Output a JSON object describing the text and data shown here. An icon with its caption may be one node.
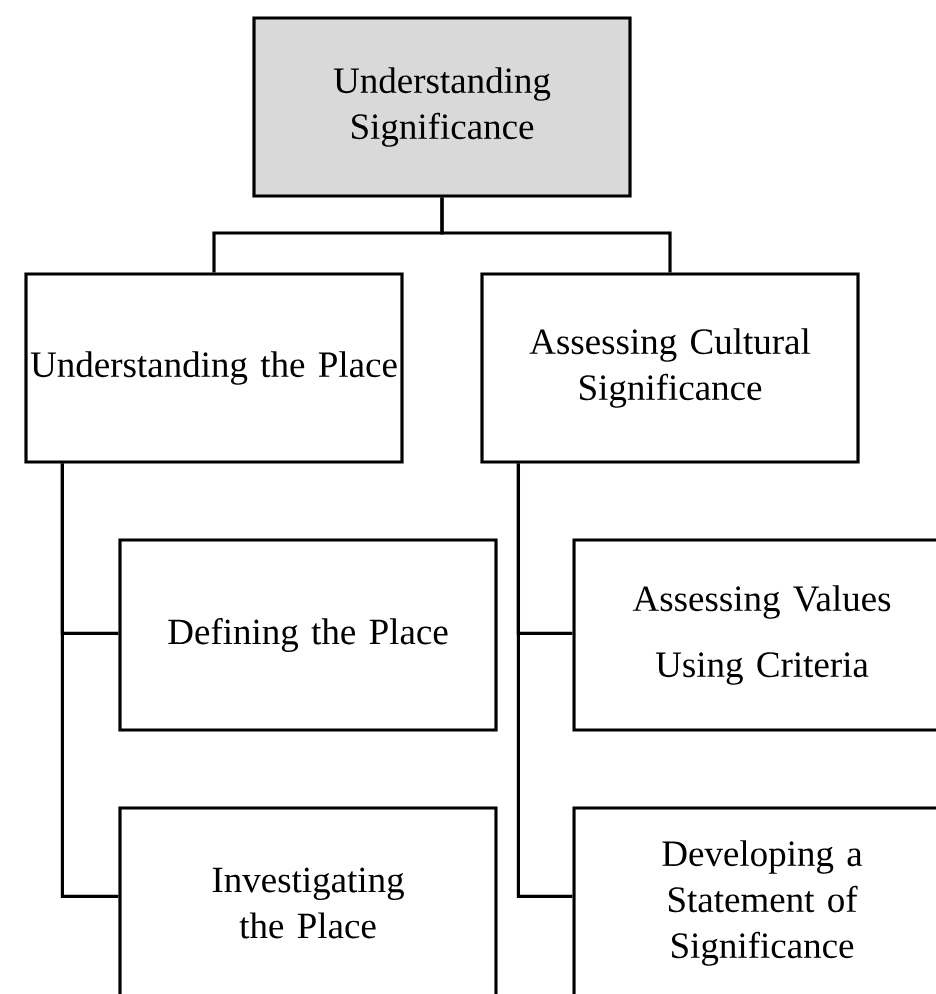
{
  "diagram": {
    "nodes": [
      {
        "text": [
          "Understanding Significance"
        ]
      },
      {
        "text": [
          "Understanding the Place"
        ]
      },
      {
        "text": [
          "Assessing Cultural Significance"
        ]
      },
      {
        "text": [
          "Defining the Place"
        ]
      },
      {
        "text": [
          "Investigating the Place"
        ]
      },
      {
        "text": [
          "Assessing Values Using Criteria"
        ]
      },
      {
        "text": [
          "Developing a Statement of Significance"
        ]
      }
    ],
    "edges": [
      {
        "from": 0,
        "to": 1,
        "arrow": "none"
      },
      {
        "from": 0,
        "to": 2,
        "arrow": "none"
      },
      {
        "from": 1,
        "to": 3,
        "arrow": "none"
      },
      {
        "from": 1,
        "to": 4,
        "arrow": "none"
      },
      {
        "from": 2,
        "to": 5,
        "arrow": "none"
      },
      {
        "from": 2,
        "to": 6,
        "arrow": "none"
      }
    ]
  }
}
